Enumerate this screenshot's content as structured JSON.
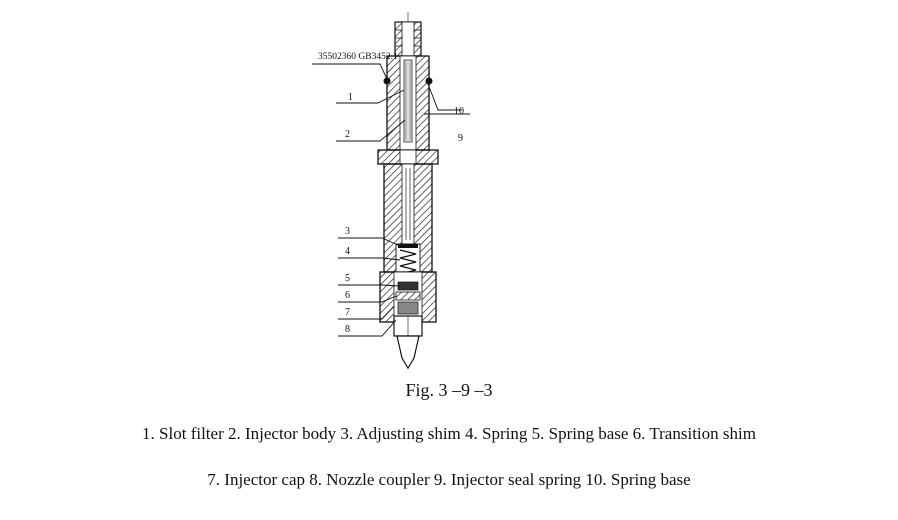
{
  "figure": {
    "caption": "Fig.  3 –9 –3",
    "standard_code": "35502360 GB3452.1",
    "callouts": [
      "1",
      "2",
      "3",
      "4",
      "5",
      "6",
      "7",
      "8",
      "9",
      "10"
    ],
    "legend_line_1": "1. Slot filter 2. Injector body 3. Adjusting shim 4. Spring 5. Spring base 6. Transition shim",
    "legend_line_2": "7. Injector cap 8. Nozzle coupler 9. Injector seal spring 10. Spring base"
  }
}
